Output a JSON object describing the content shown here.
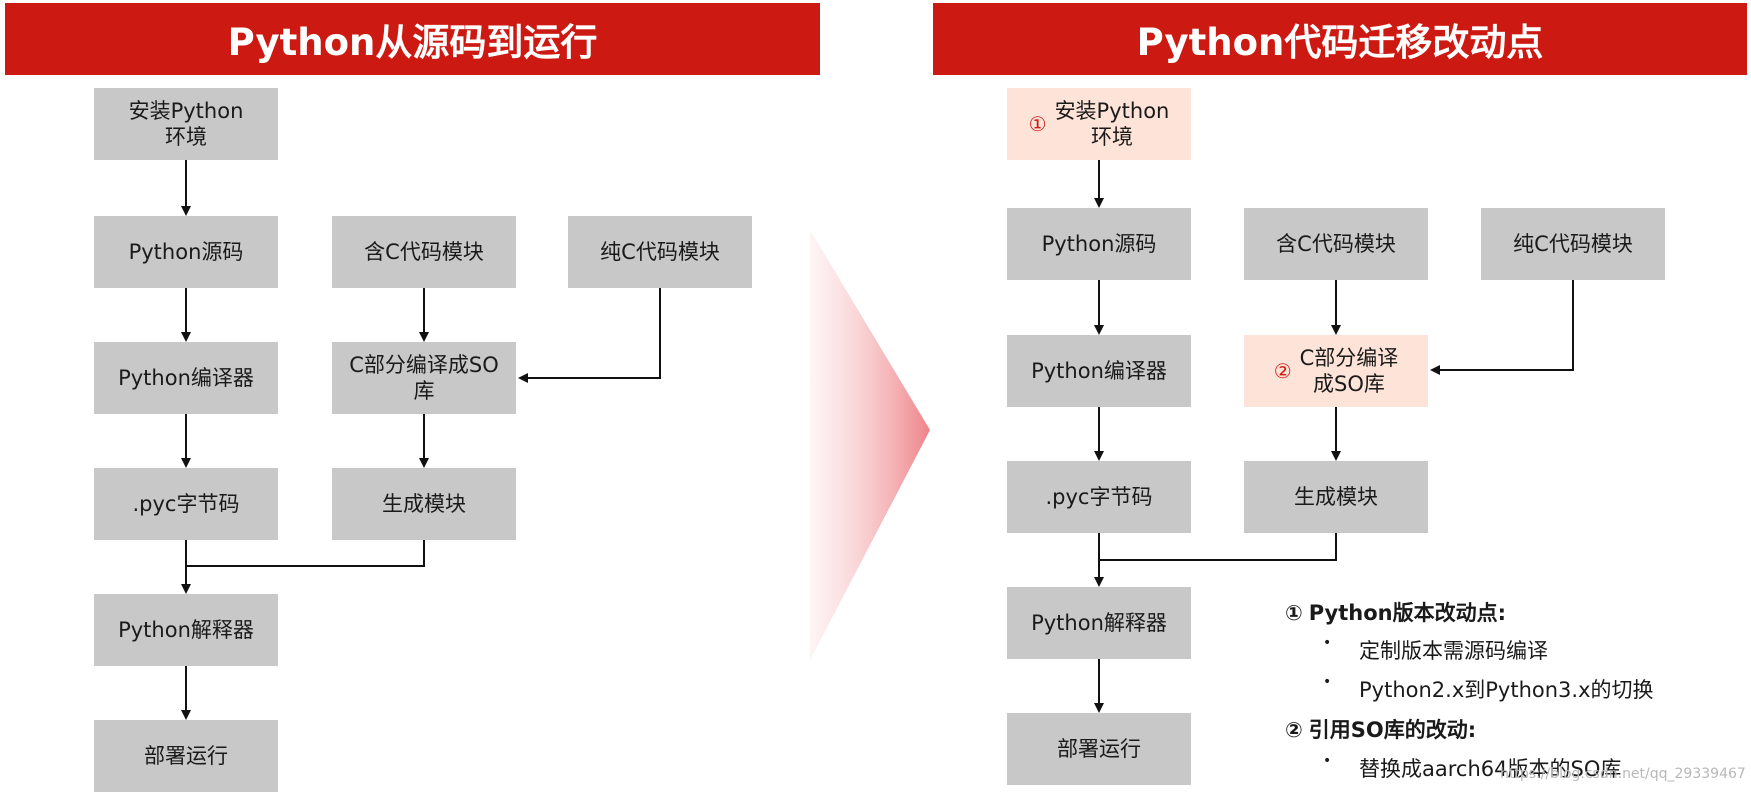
{
  "left": {
    "title": "Python从源码到运行",
    "boxes": {
      "install_env": "安装Python\n环境",
      "python_source": "Python源码",
      "c_module": "含C代码模块",
      "pure_c_module": "纯C代码模块",
      "python_compiler": "Python编译器",
      "c_compile_so": "C部分编译成SO\n库",
      "pyc_bytecode": ".pyc字节码",
      "generate_module": "生成模块",
      "python_interpreter": "Python解释器",
      "deploy_run": "部署运行"
    }
  },
  "right": {
    "title": "Python代码迁移改动点",
    "boxes": {
      "install_env_num": "①",
      "install_env": "安装Python\n环境",
      "python_source": "Python源码",
      "c_module": "含C代码模块",
      "pure_c_module": "纯C代码模块",
      "python_compiler": "Python编译器",
      "c_compile_so_num": "②",
      "c_compile_so": "C部分编译\n成SO库",
      "pyc_bytecode": ".pyc字节码",
      "generate_module": "生成模块",
      "python_interpreter": "Python解释器",
      "deploy_run": "部署运行"
    },
    "notes": {
      "section1_num": "①",
      "section1_title": "Python版本改动点:",
      "section1_items": [
        "定制版本需源码编译",
        "Python2.x到Python3.x的切换"
      ],
      "section2_num": "②",
      "section2_title": "引用SO库的改动:",
      "section2_items": [
        "替换成aarch64版本的SO库"
      ],
      "bullet": "•"
    }
  },
  "watermark": "https://blog.csdn.net/qq_29339467",
  "colors": {
    "title_bg": "#cc1a12",
    "box_bg": "#c8c8c8",
    "highlight_bg": "#fde3d8",
    "marker_red": "#cc1a12"
  }
}
